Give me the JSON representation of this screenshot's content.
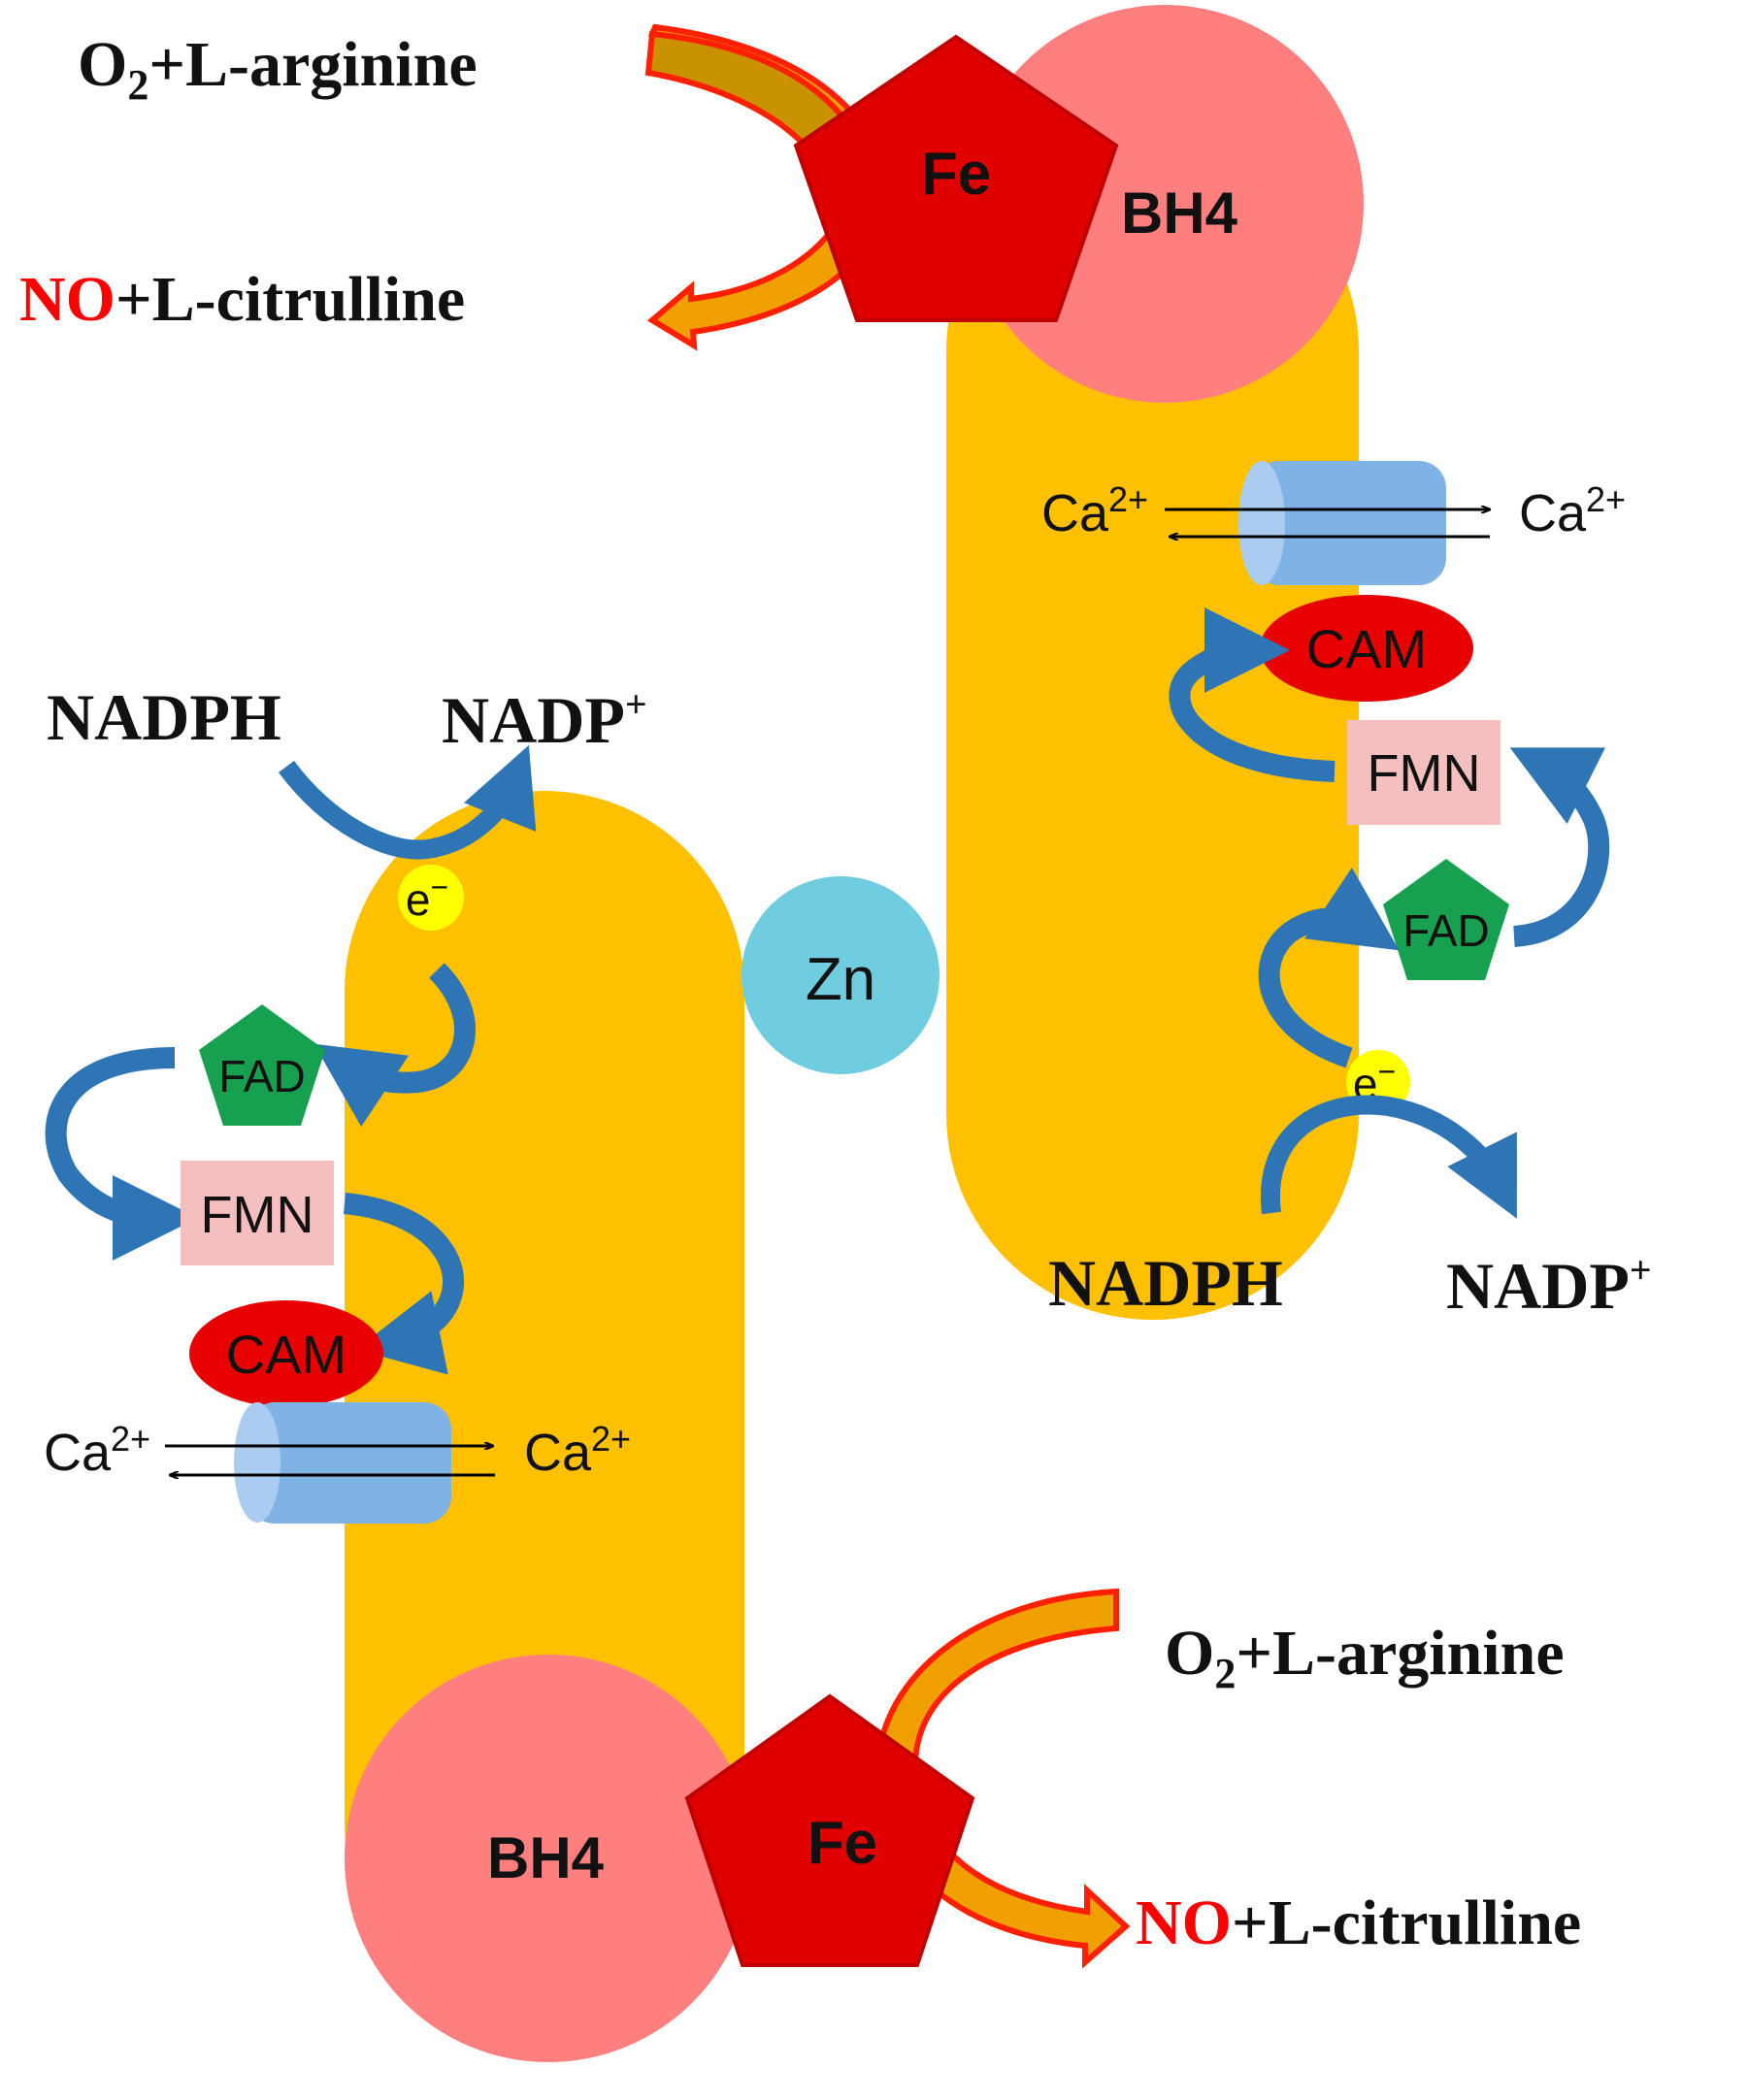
{
  "colors": {
    "domain": "#FFC000",
    "bh4": "#FF7F7F",
    "fe": "#E00000",
    "zn": "#70CDE0",
    "cam": "#E80000",
    "fad": "#16A050",
    "fmn": "#F5BFBF",
    "electron": "#FFFF00",
    "blue_arrow": "#2E75B6",
    "channel": "#7FB2E5",
    "red_text": "#FF0000",
    "orange_arrow": "#F0A000"
  },
  "top_monomer": {
    "substrate": {
      "o": "O",
      "sub": "2",
      "rest": "+L-arginine"
    },
    "product": {
      "no": "NO",
      "rest": "+L-citrulline"
    },
    "fe": "Fe",
    "bh4": "BH4",
    "ca_left": {
      "base": "Ca",
      "sup": "2+"
    },
    "ca_right": {
      "base": "Ca",
      "sup": "2+"
    },
    "cam": "CAM",
    "fmn": "FMN",
    "fad": "FAD",
    "electron": {
      "base": "e",
      "sup": "−"
    },
    "nadph": "NADPH",
    "nadp": {
      "base": "NADP",
      "sup": "+"
    }
  },
  "bottom_monomer": {
    "nadph": "NADPH",
    "nadp": {
      "base": "NADP",
      "sup": "+"
    },
    "electron": {
      "base": "e",
      "sup": "−"
    },
    "fad": "FAD",
    "fmn": "FMN",
    "cam": "CAM",
    "ca_left": {
      "base": "Ca",
      "sup": "2+"
    },
    "ca_right": {
      "base": "Ca",
      "sup": "2+"
    },
    "bh4": "BH4",
    "fe": "Fe",
    "substrate": {
      "o": "O",
      "sub": "2",
      "rest": "+L-arginine"
    },
    "product": {
      "no": "NO",
      "rest": "+L-citrulline"
    }
  },
  "zn": "Zn"
}
